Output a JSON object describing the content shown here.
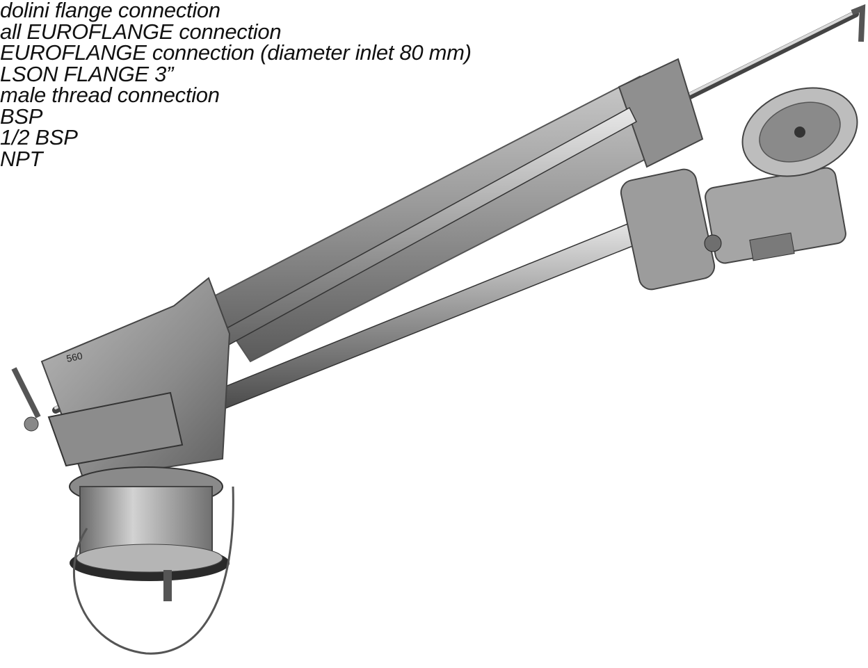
{
  "text_lines": [
    "dolini flange connection",
    "all EUROFLANGE connection",
    " EUROFLANGE connection (diameter inlet 80 mm)",
    "LSON FLANGE 3”",
    "male thread connection",
    "BSP",
    "1/2 BSP",
    "NPT"
  ],
  "stamp_number": "560",
  "colors": {
    "background": "#ffffff",
    "text": "#111111"
  }
}
